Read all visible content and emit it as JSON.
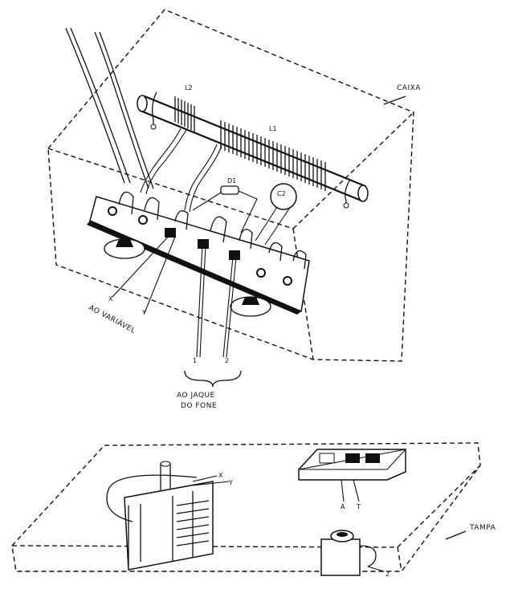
{
  "labels": {
    "caixa": "CAIXA",
    "l1": "L1",
    "l2": "L2",
    "d1": "D1",
    "c2": "C2",
    "x_top": "X",
    "y_top": "Y",
    "ao_variavel": "AO VARIÁVEL",
    "one_top": "1",
    "two_top": "2",
    "ao_jaque": "AO JAQUE",
    "do_fone": "DO FONE",
    "x_bottom": "X",
    "y_bottom": "Y",
    "a_bottom": "A",
    "t_bottom": "T",
    "tampa": "TAMPA",
    "two_bottom": "2"
  }
}
